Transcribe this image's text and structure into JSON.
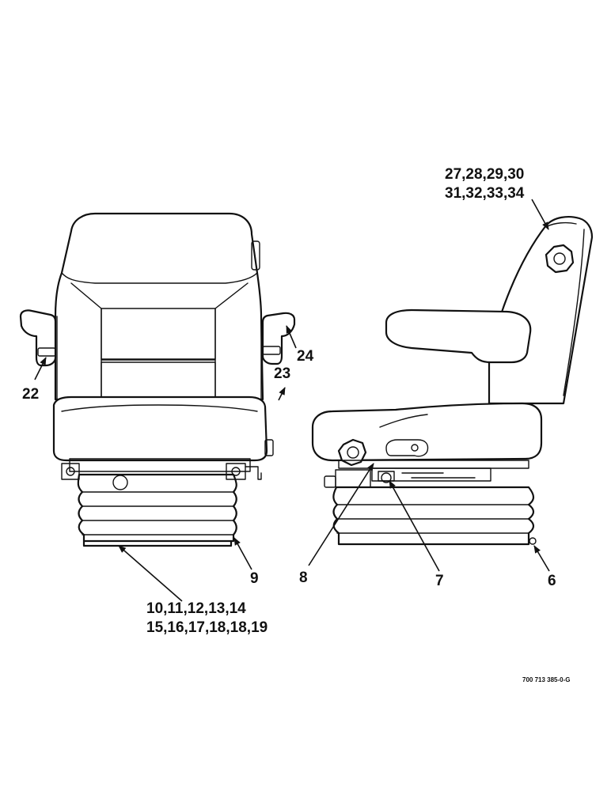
{
  "callouts": {
    "c22": "22",
    "c23": "23",
    "c24": "24",
    "c9": "9",
    "c10_line1": "10,11,12,13,14",
    "c10_line2": "15,16,17,18,18,19",
    "c27_line1": "27,28,29,30",
    "c27_line2": "31,32,33,34",
    "c8": "8",
    "c7": "7",
    "c6": "6"
  },
  "drawing_ref": "700 713 385-0-G"
}
